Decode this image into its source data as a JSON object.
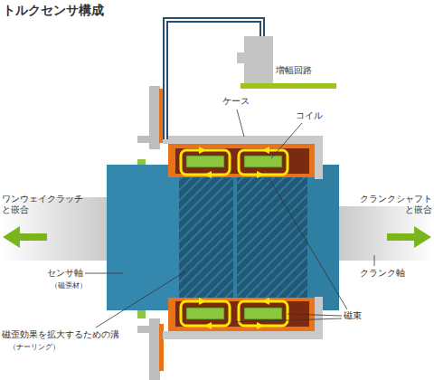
{
  "diagram": {
    "title": "トルクセンサ構成",
    "labels": [
      "増幅回路",
      "ケース",
      "コイル",
      "ワンウェイクラッチ と嵌合",
      "クランクシャフト と嵌合",
      "センサ軸",
      "（磁歪材）",
      "クランク軸",
      "磁束",
      "磁歪効果を拡大するための溝",
      "（ナーリング）"
    ]
  }
}
